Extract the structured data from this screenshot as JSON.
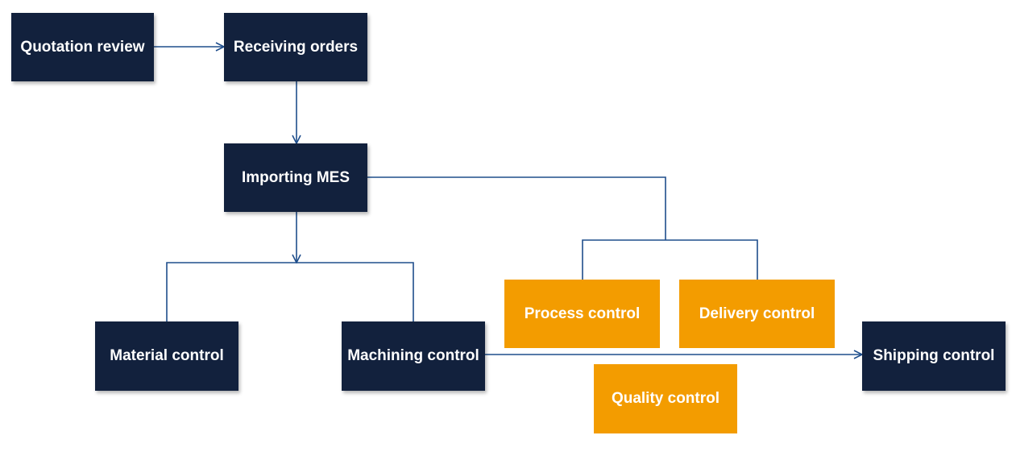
{
  "colors": {
    "dark_box": "#12213d",
    "orange_box": "#f39c00",
    "connector": "#1f4e8c",
    "text": "#ffffff"
  },
  "nodes": {
    "quotation_review": "Quotation review",
    "receiving_orders": "Receiving orders",
    "importing_mes": "Importing MES",
    "material_control": "Material control",
    "machining_control": "Machining control",
    "shipping_control": "Shipping control",
    "process_control": "Process control",
    "delivery_control": "Delivery control",
    "quality_control": "Quality control"
  }
}
